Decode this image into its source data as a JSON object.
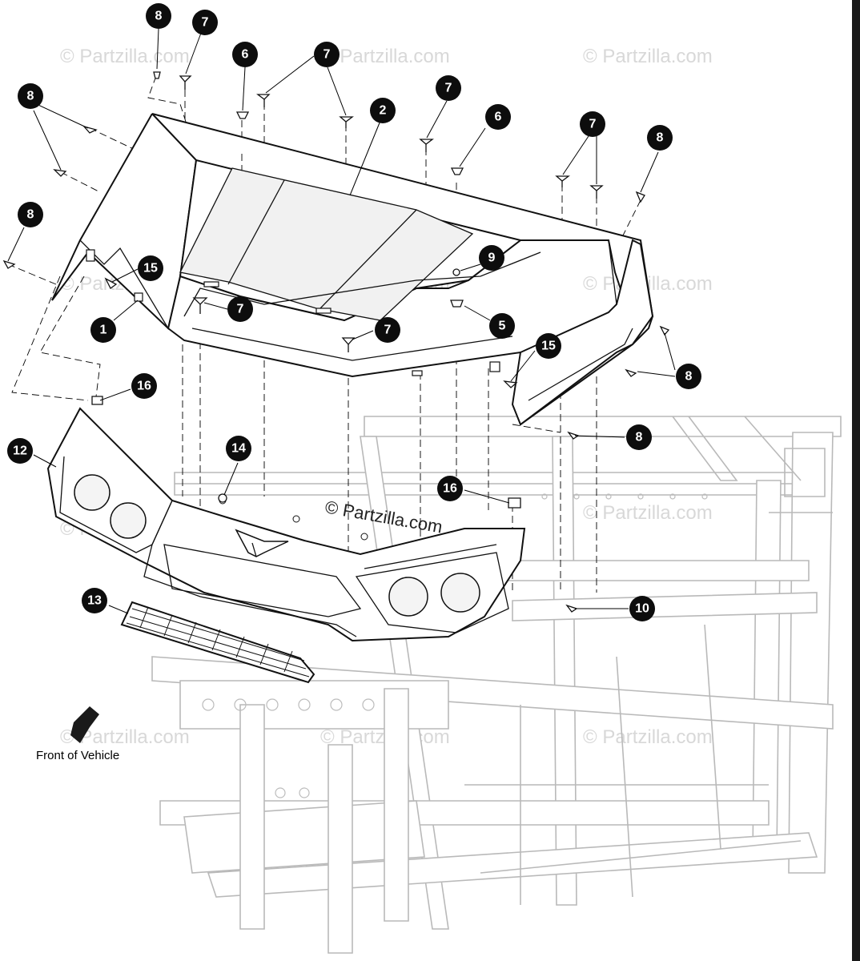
{
  "watermark": {
    "text": "© Partzilla.com",
    "center_text": "© Partzilla.com"
  },
  "callouts": [
    {
      "id": "c1",
      "number": "8"
    },
    {
      "id": "c2",
      "number": "7"
    },
    {
      "id": "c3",
      "number": "6"
    },
    {
      "id": "c4",
      "number": "7"
    },
    {
      "id": "c5",
      "number": "8"
    },
    {
      "id": "c6",
      "number": "2"
    },
    {
      "id": "c7",
      "number": "7"
    },
    {
      "id": "c8",
      "number": "6"
    },
    {
      "id": "c9",
      "number": "7"
    },
    {
      "id": "c10",
      "number": "8"
    },
    {
      "id": "c11",
      "number": "8"
    },
    {
      "id": "c12",
      "number": "15"
    },
    {
      "id": "c13",
      "number": "9"
    },
    {
      "id": "c14",
      "number": "1"
    },
    {
      "id": "c15",
      "number": "7"
    },
    {
      "id": "c16",
      "number": "7"
    },
    {
      "id": "c17",
      "number": "5"
    },
    {
      "id": "c18",
      "number": "15"
    },
    {
      "id": "c19",
      "number": "8"
    },
    {
      "id": "c20",
      "number": "16"
    },
    {
      "id": "c21",
      "number": "8"
    },
    {
      "id": "c22",
      "number": "12"
    },
    {
      "id": "c23",
      "number": "14"
    },
    {
      "id": "c24",
      "number": "16"
    },
    {
      "id": "c25",
      "number": "13"
    },
    {
      "id": "c26",
      "number": "10"
    }
  ],
  "front_label": "Front of Vehicle",
  "colors": {
    "callout_fill": "#0d0d0d",
    "callout_text": "#ffffff",
    "line_art": "#111111",
    "frame_line": "#b9b9b9",
    "watermark": "#d8d8d8"
  },
  "icons": [
    "arrow-icon"
  ]
}
